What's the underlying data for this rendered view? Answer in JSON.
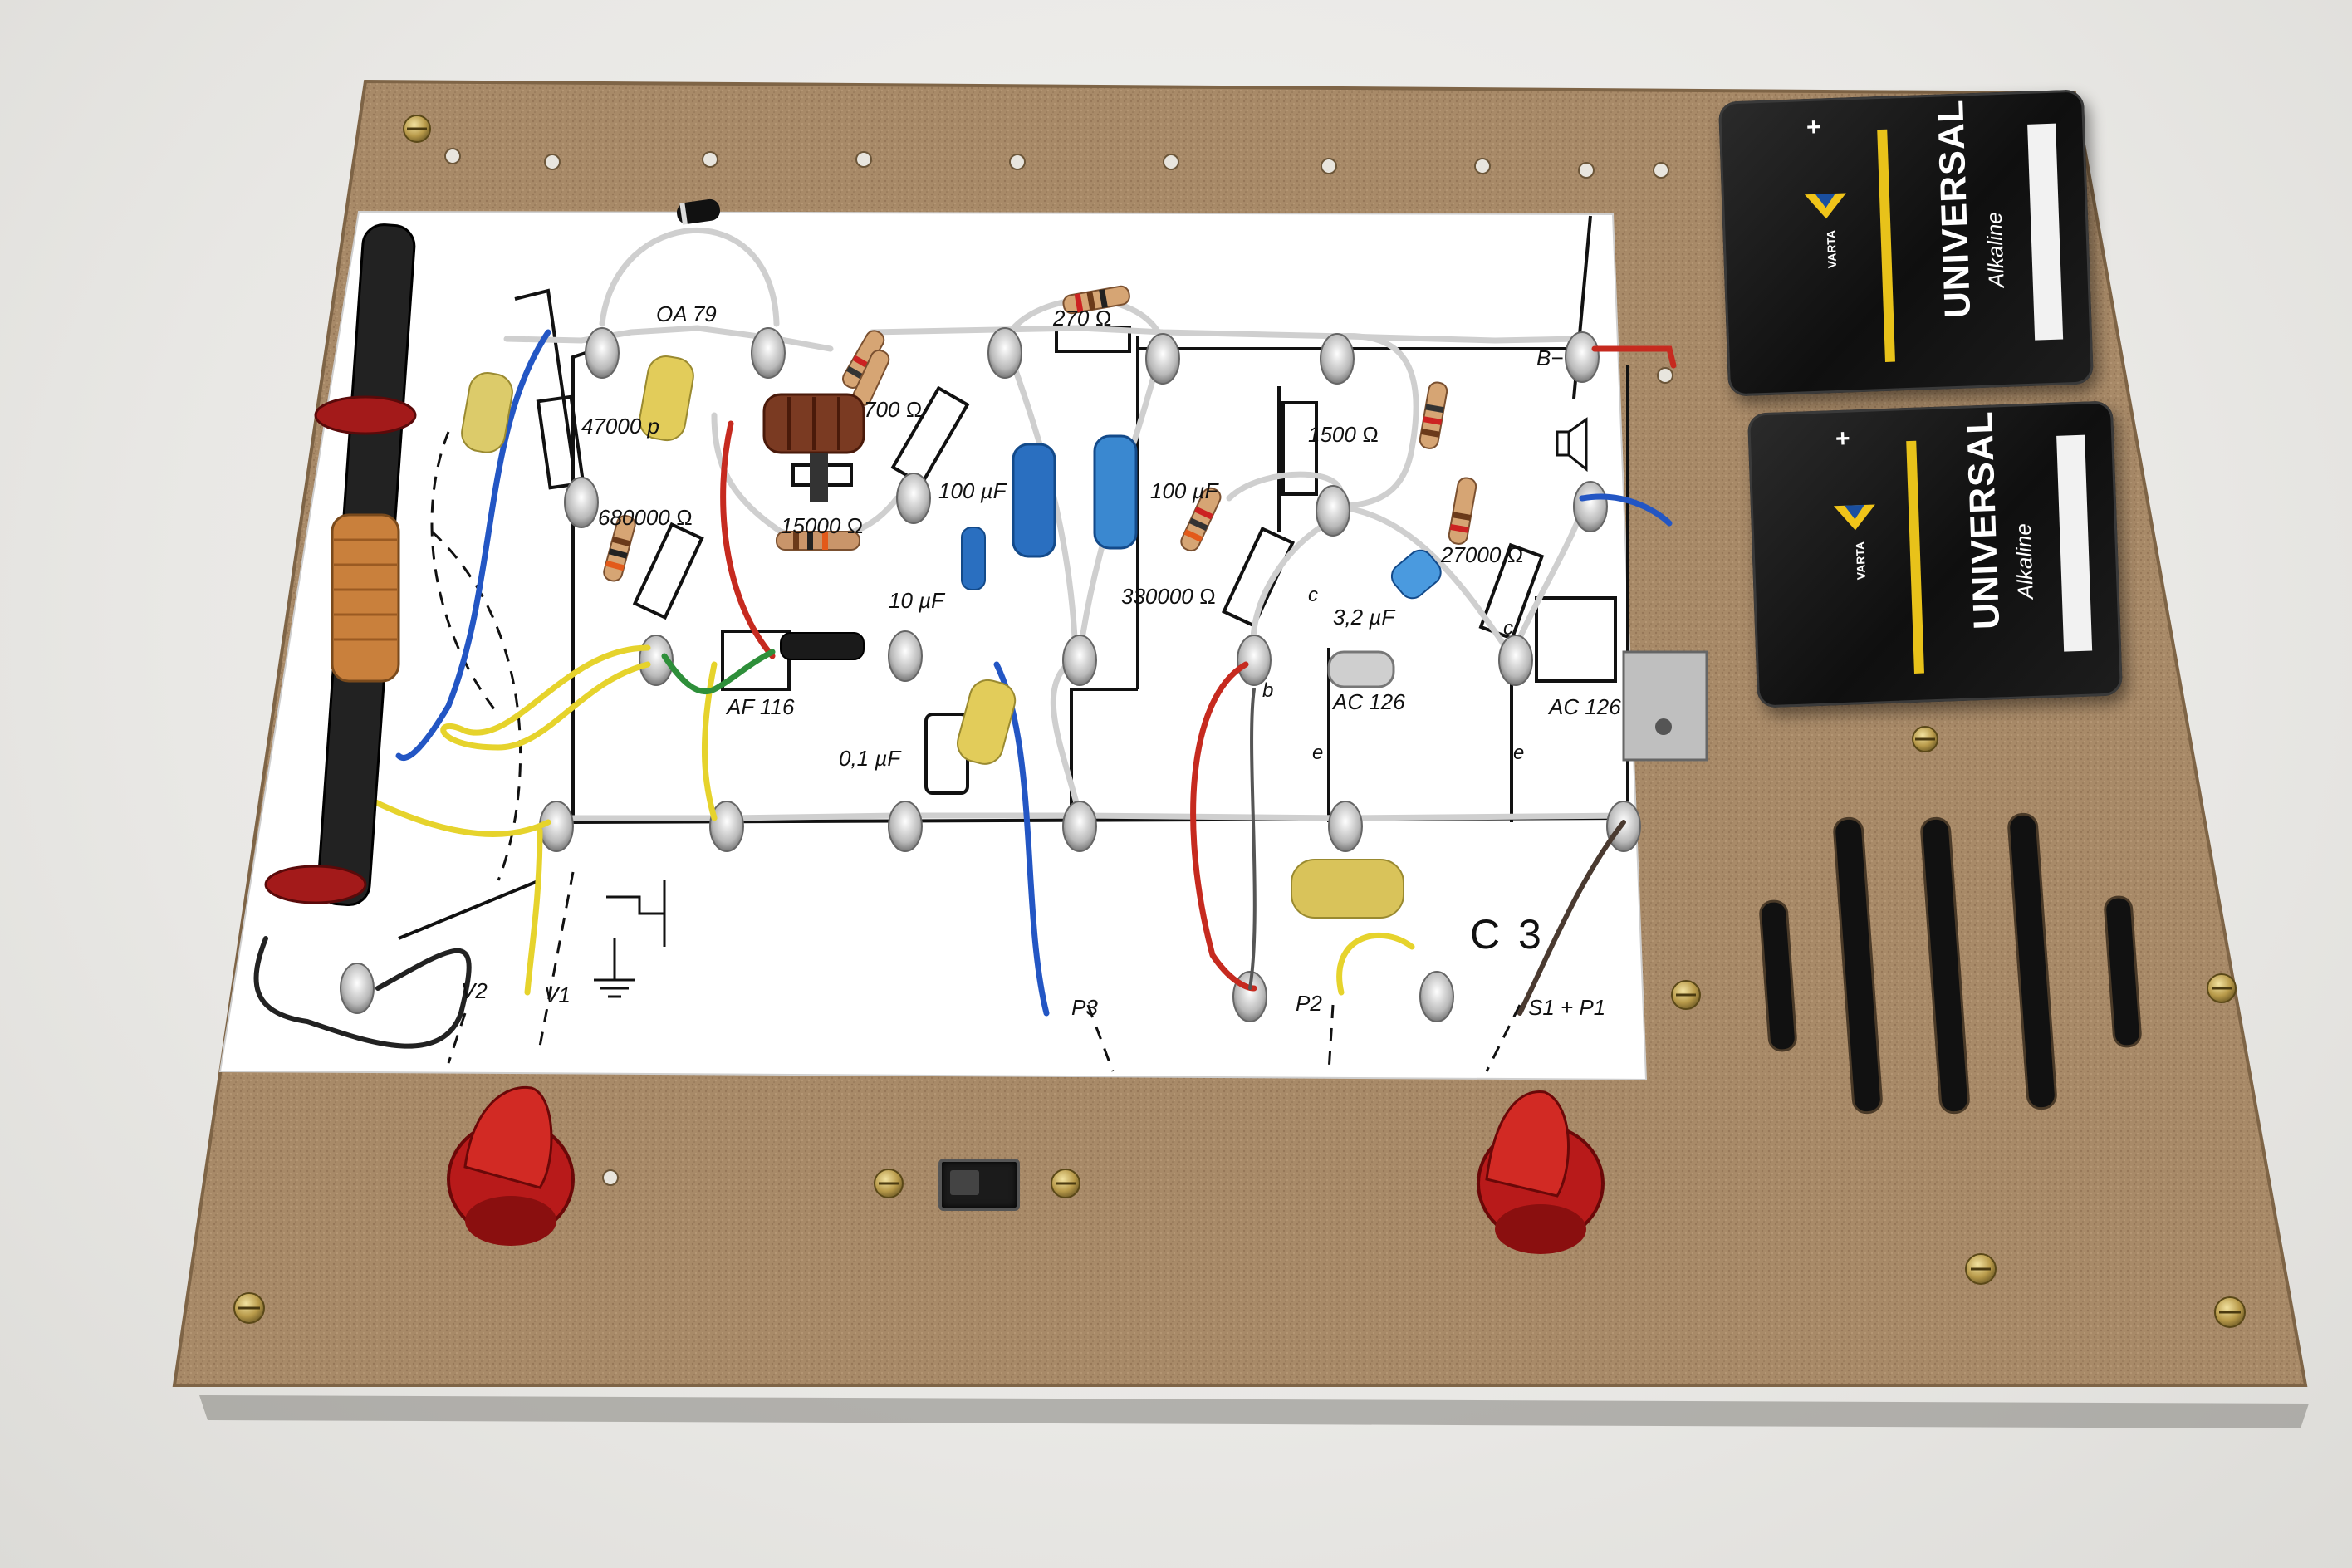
{
  "schematic": {
    "labels": {
      "diode": "OA 79",
      "r_47000": "47000 p",
      "r_680000": "680000 Ω",
      "r_15000": "15000 Ω",
      "r_700": "700 Ω",
      "r_270": "270 Ω",
      "r_1500": "1500 Ω",
      "r_330000": "330000 Ω",
      "r_27000": "27000 Ω",
      "c_100a": "100 µF",
      "c_100b": "100 µF",
      "c_10": "10 µF",
      "c_01": "0,1 µF",
      "c_32": "3,2 µF",
      "t_af116": "AF 116",
      "t_ac126a": "AC 126",
      "t_ac126b": "AC 126",
      "model": "C 3",
      "b_minus": "B−",
      "p2": "P2",
      "p3": "P3",
      "s1p1": "S1 + P1",
      "v1": "V1",
      "v2": "V2",
      "c1": "c",
      "c2": "c",
      "e1": "e",
      "e2": "e",
      "b1": "b"
    }
  },
  "batteries": [
    {
      "brand": "UNIVERSAL",
      "type": "Alkaline",
      "maker": "VARTA",
      "plus": "+"
    },
    {
      "brand": "UNIVERSAL",
      "type": "Alkaline",
      "maker": "VARTA",
      "plus": "+"
    }
  ],
  "colors": {
    "board": "#a88a68",
    "paper": "#ffffff",
    "knob": "#b81a1a",
    "wire_red": "#c62a1f",
    "wire_blue": "#2356c4",
    "wire_yellow": "#e6d32c",
    "wire_green": "#2e8f3a",
    "battery": "#151515",
    "battery_stripe": "#e8c21a"
  }
}
